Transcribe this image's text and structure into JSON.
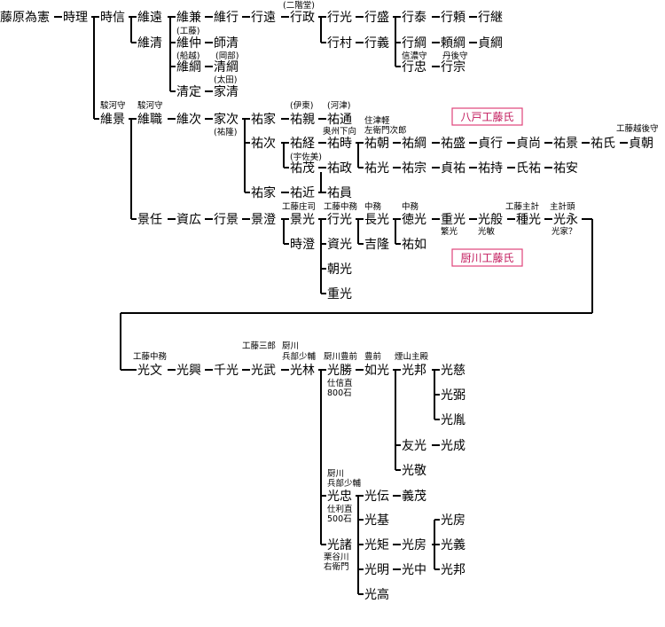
{
  "colors": {
    "ink": "#000000",
    "box_border": "#e0447a",
    "box_text": "#c2185b",
    "background": "#ffffff"
  },
  "persons": {
    "n1": "藤原為憲",
    "n2": "時理",
    "n3": "時信",
    "n4": "維遠",
    "n5": "維兼",
    "n6": "維行",
    "n7": "行遠",
    "n8": "行政",
    "n9": "行光",
    "n10": "行盛",
    "n11": "行泰",
    "n12": "行頼",
    "n13": "行継",
    "n14": "行村",
    "n15": "行義",
    "n16": "行綱",
    "n17": "頼綱",
    "n18": "貞綱",
    "n19": "行忠",
    "n20": "行宗",
    "n21": "維清",
    "n22": "維仲",
    "n23": "師清",
    "n24": "維綱",
    "n25": "清綱",
    "n26": "清定",
    "n27": "家清",
    "n28": "維景",
    "n29": "維職",
    "n30": "維次",
    "n31": "家次",
    "n32": "祐家",
    "n33": "祐親",
    "n34": "祐通",
    "n35": "祐次",
    "n36": "祐経",
    "n37": "祐時",
    "n38": "祐朝",
    "n39": "祐綱",
    "n40": "祐盛",
    "n41": "貞行",
    "n42": "貞尚",
    "n43": "祐景",
    "n44": "祐氏",
    "n45": "貞朝",
    "n46": "祐光",
    "n47": "祐宗",
    "n48": "貞祐",
    "n49": "祐持",
    "n50": "氏祐",
    "n51": "祐安",
    "n52": "祐茂",
    "n53": "祐政",
    "n54": "祐家",
    "n55": "祐近",
    "n56": "祐員",
    "n57": "景任",
    "n58": "資広",
    "n59": "行景",
    "n60": "景澄",
    "n61": "景光",
    "n62": "時澄",
    "n63": "行光",
    "n64": "長光",
    "n65": "徳光",
    "n66": "重光",
    "n67": "光般",
    "n68": "種光",
    "n69": "光永",
    "n70": "資光",
    "n71": "朝光",
    "n72": "重光",
    "n73": "吉隆",
    "n74": "祐如",
    "n75": "光文",
    "n76": "光興",
    "n77": "千光",
    "n78": "光武",
    "n79": "光林",
    "n80": "光勝",
    "n81": "如光",
    "n82": "光邦",
    "n83": "光慈",
    "n84": "光弼",
    "n85": "光胤",
    "n86": "友光",
    "n87": "光成",
    "n88": "光敬",
    "n89": "光忠",
    "n90": "光伝",
    "n91": "義茂",
    "n92": "光基",
    "n93": "光矩",
    "n94": "光房",
    "n95": "光明",
    "n96": "光中",
    "n97": "光高",
    "n98": "光諸",
    "n99": "光房",
    "n100": "光義",
    "n101": "光邦"
  },
  "annotations": {
    "a1": "(二階堂)",
    "a2": "(工藤)",
    "a3": "(船越)",
    "a4": "(岡部)",
    "a5": "(太田)",
    "a6": "信濃守",
    "a7": "丹後守",
    "a8": "駿河守",
    "a9": "駿河守",
    "a10": "(伊東)",
    "a11": "(河津)",
    "a12": "(祐隆)",
    "a13": "住津軽",
    "a14": "左衛門次郎",
    "a15": "奥州下向",
    "a16": "工藤越後守",
    "a17": "(宇佐美)",
    "a18": "工藤庄司",
    "a19": "工藤中務",
    "a20": "中務",
    "a21": "中務",
    "a22": "工藤主計",
    "a23": "主計頭",
    "a24": "繁光",
    "a25": "光敏",
    "a26": "光家？",
    "a27": "工藤中務",
    "a28": "工藤三郎",
    "a29": "厨川",
    "a30": "兵部少輔",
    "a31": "厨川豊前",
    "a32": "豊前",
    "a33": "煙山主殿",
    "a34": "仕信直",
    "a35": "800石",
    "a36": "厨川",
    "a37": "兵部少輔",
    "a38": "仕利直",
    "a39": "500石",
    "a40": "栗谷川",
    "a41": "右衛門"
  },
  "clan_boxes": {
    "hachinohe": "八戸工藤氏",
    "kuriyagawa": "厨川工藤氏"
  }
}
